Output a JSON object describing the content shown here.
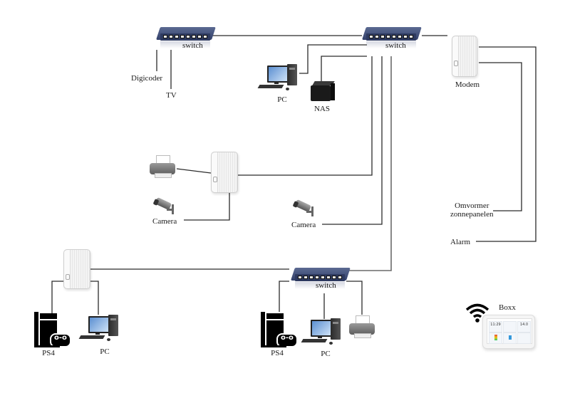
{
  "diagram": {
    "title": "Home network diagram",
    "colors": {
      "wire": "#2b2b2b",
      "wire_trunk": "#6a6a6a",
      "switch_body": "#3b4872",
      "background": "#ffffff"
    },
    "nodes": {
      "switch_top_left": {
        "label": "switch",
        "icon": "network-switch-icon"
      },
      "switch_main": {
        "label": "switch",
        "icon": "network-switch-icon"
      },
      "switch_bottom": {
        "label": "switch",
        "icon": "network-switch-icon"
      },
      "modem": {
        "label": "Modem",
        "icon": "modem-icon"
      },
      "digicoder": {
        "label": "Digicoder"
      },
      "tv": {
        "label": "TV"
      },
      "pc_main": {
        "label": "PC",
        "icon": "desktop-pc-icon"
      },
      "nas": {
        "label": "NAS",
        "icon": "nas-icon"
      },
      "powerline_middle": {
        "icon": "powerline-adapter-icon"
      },
      "printer_middle": {
        "icon": "printer-icon"
      },
      "camera_left": {
        "label": "Camera",
        "icon": "security-camera-icon"
      },
      "camera_right": {
        "label": "Camera",
        "icon": "security-camera-icon"
      },
      "inverter": {
        "label": "Omvormer\nzonnepanelen"
      },
      "alarm": {
        "label": "Alarm"
      },
      "powerline_bottom": {
        "icon": "powerline-adapter-icon"
      },
      "ps4_left": {
        "label": "PS4",
        "icon": "game-console-icon"
      },
      "pc_left": {
        "label": "PC",
        "icon": "desktop-pc-icon"
      },
      "ps4_right": {
        "label": "PS4",
        "icon": "game-console-icon"
      },
      "pc_right": {
        "label": "PC",
        "icon": "desktop-pc-icon"
      },
      "printer_bottom": {
        "icon": "printer-icon"
      },
      "boxx": {
        "label": "Boxx",
        "icon": "thermostat-display-icon",
        "wireless": true,
        "screen_time": "11:29",
        "screen_temp": "14.0"
      }
    },
    "connections": [
      [
        "switch_top_left",
        "switch_main"
      ],
      [
        "switch_top_left",
        "digicoder"
      ],
      [
        "switch_top_left",
        "tv"
      ],
      [
        "switch_main",
        "modem"
      ],
      [
        "switch_main",
        "pc_main"
      ],
      [
        "switch_main",
        "nas"
      ],
      [
        "switch_main",
        "powerline_middle"
      ],
      [
        "switch_main",
        "camera_right"
      ],
      [
        "switch_main",
        "switch_bottom"
      ],
      [
        "powerline_middle",
        "printer_middle"
      ],
      [
        "powerline_middle",
        "camera_left"
      ],
      [
        "modem",
        "inverter"
      ],
      [
        "modem",
        "alarm"
      ],
      [
        "switch_bottom",
        "powerline_bottom"
      ],
      [
        "switch_bottom",
        "ps4_right"
      ],
      [
        "switch_bottom",
        "pc_right"
      ],
      [
        "switch_bottom",
        "printer_bottom"
      ],
      [
        "powerline_bottom",
        "ps4_left"
      ],
      [
        "powerline_bottom",
        "pc_left"
      ]
    ]
  }
}
